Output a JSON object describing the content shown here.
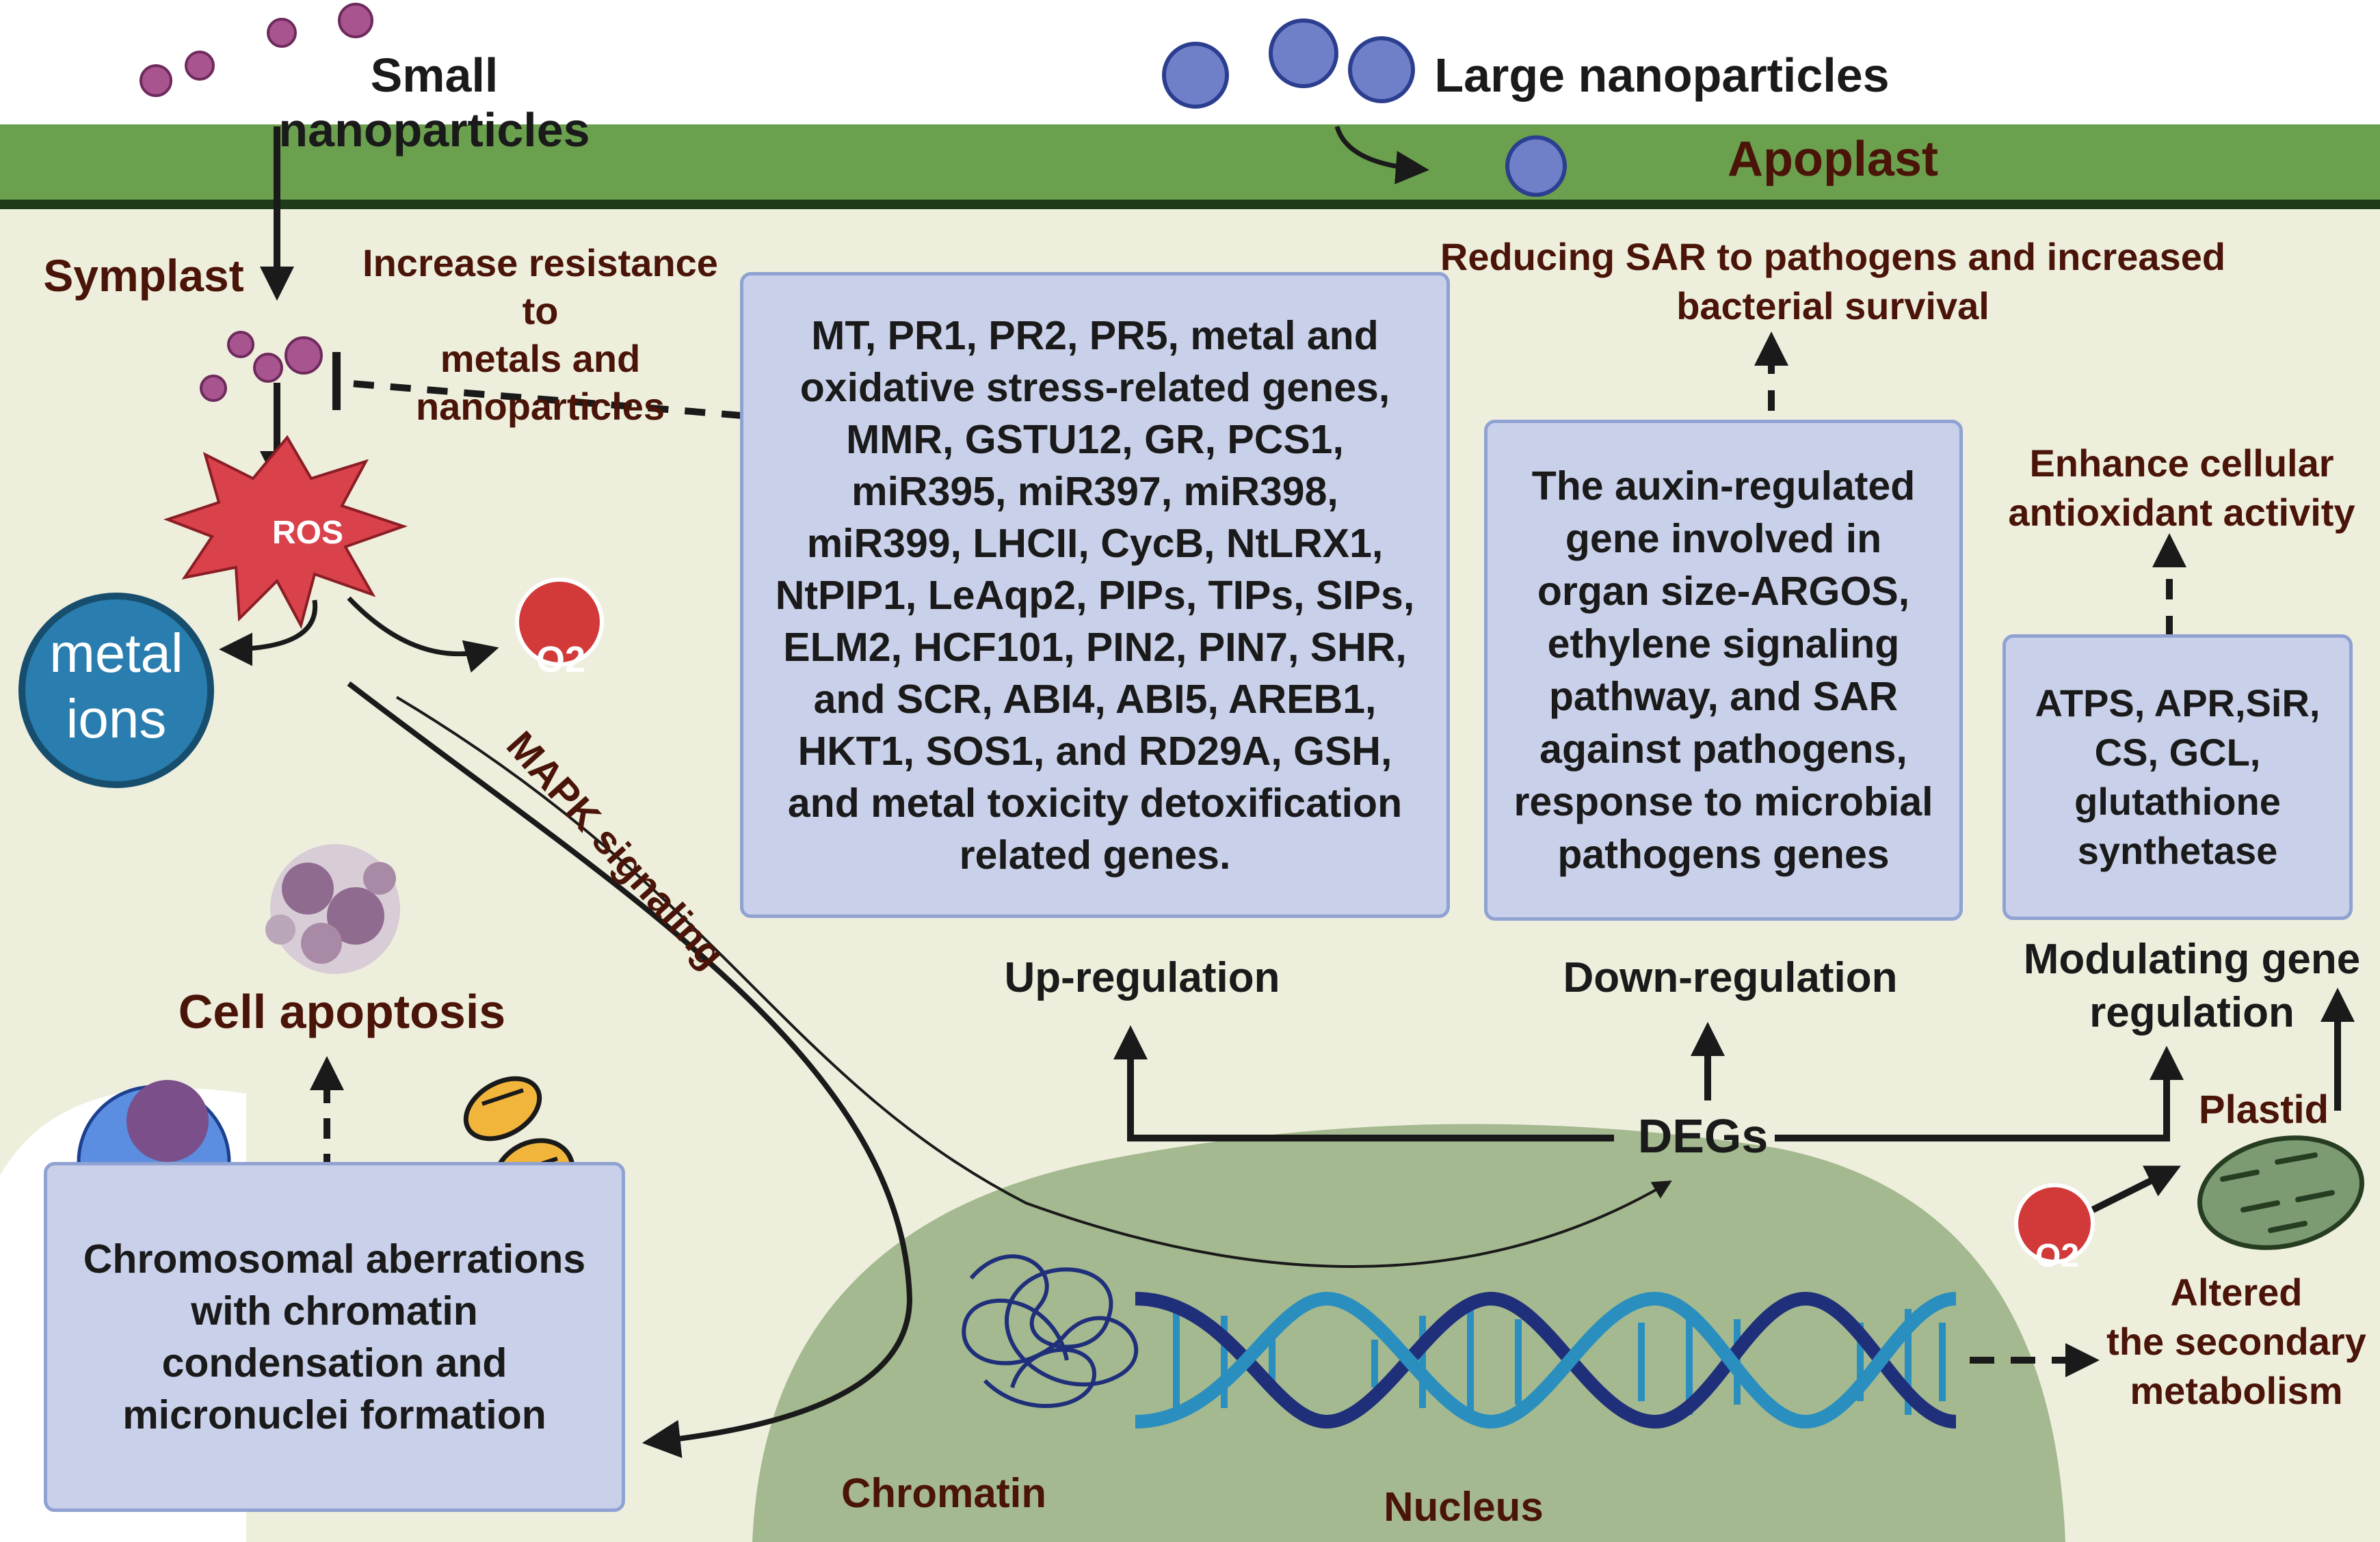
{
  "title_small": "Small nanoparticles",
  "title_large": "Large nanoparticles",
  "apoplast": "Apoplast",
  "symplast": "Symplast",
  "increase_resistance": "Increase resistance to\nmetals and\nnanoparticles",
  "ros": "ROS",
  "superoxide": "O2",
  "metal_ions": "metal\nions",
  "mapk": "MAPK signaling",
  "cell_apoptosis": "Cell apoptosis",
  "chromosomal": "Chromosomal aberrations\nwith chromatin\ncondensation and\nmicronuclei formation",
  "upregulated_genes": "MT, PR1, PR2, PR5, metal and\noxidative stress-related genes,\nMMR, GSTU12, GR, PCS1,\nmiR395, miR397, miR398,\nmiR399, LHCII, CycB, NtLRX1,\nNtPIP1, LeAqp2, PIPs, TIPs, SIPs,\nELM2, HCF101, PIN2, PIN7, SHR,\nand SCR, ABI4, ABI5, AREB1,\nHKT1, SOS1, and RD29A, GSH,\nand metal toxicity detoxification\nrelated genes.",
  "downregulated_genes": "The auxin-regulated\ngene involved in\norgan size-ARGOS,\nethylene signaling\npathway, and SAR\nagainst pathogens,\nresponse to microbial\npathogens genes",
  "plastid_genes": "ATPS, APR,SiR,\nCS, GCL,\nglutathione\nsynthetase",
  "reducing_sar": "Reducing SAR to pathogens and  increased\nbacterial survival",
  "enhance": "Enhance cellular\nantioxidant activity",
  "up_regulation": "Up-regulation",
  "down_regulation": "Down-regulation",
  "modulating": "Modulating gene\nregulation",
  "degs": "DEGs",
  "plastid": "Plastid",
  "altered": "Altered\nthe secondary\nmetabolism",
  "chromatin": "Chromatin",
  "nucleus": "Nucleus",
  "colors": {
    "apoplast_band": "#6aa04e",
    "cytoplasm": "#eeeedd",
    "box_fill": "#c9d0e9",
    "box_border": "#8fa2d2",
    "nucleus": "#a4b98f",
    "ros": "#d9414b",
    "metal_ions": "#2a7eaf",
    "superoxide": "#d23a3a",
    "label_maroon": "#4a1408",
    "small_np": "#a8558f",
    "large_np": "#2c3e8f",
    "dna_dark": "#1f2f7a",
    "dna_light": "#2a8fbf"
  }
}
